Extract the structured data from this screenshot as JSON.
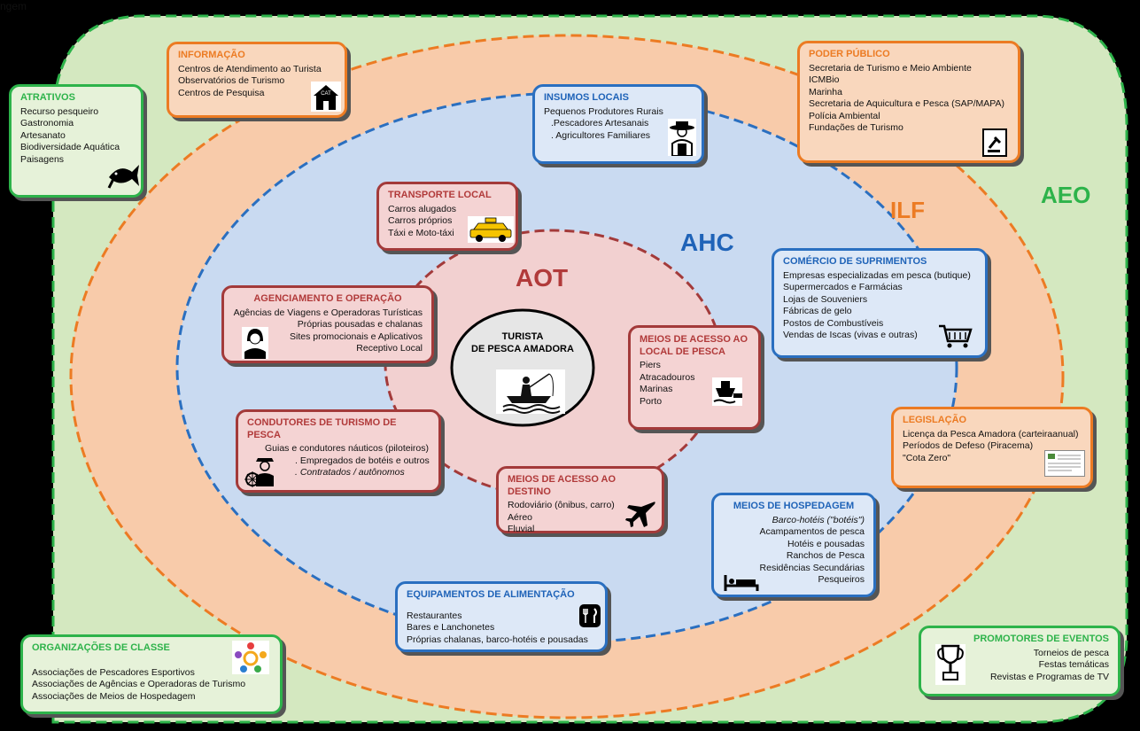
{
  "top_caption": "ngem",
  "zones": {
    "aeo": "AEO",
    "ilf": "ILF",
    "ahc": "AHC",
    "aot": "AOT"
  },
  "center": {
    "line1": "TURISTA",
    "line2": "DE PESCA AMADORA"
  },
  "boxes": {
    "atrativos": {
      "title": "ATRATIVOS",
      "items": [
        "Recurso pesqueiro",
        "Gastronomia",
        "Artesanato",
        "Biodiversidade Aquática",
        "Paisagens"
      ]
    },
    "informacao": {
      "title": "INFORMAÇÃO",
      "items": [
        "Centros de Atendimento ao Turista",
        "Observatórios de Turismo",
        "Centros de Pesquisa"
      ]
    },
    "poder_publico": {
      "title": "PODER PÚBLICO",
      "items": [
        "Secretaria de Turismo e Meio Ambiente",
        "ICMBio",
        "Marinha",
        "Secretaria de Aquicultura e Pesca (SAP/MAPA)",
        "Polícia Ambiental",
        "Fundações de Turismo"
      ]
    },
    "insumos": {
      "title": "INSUMOS LOCAIS",
      "items": [
        "Pequenos Produtores Rurais",
        "  .Pescadores Artesanais",
        "  . Agricultores Familiares"
      ]
    },
    "transporte": {
      "title": "TRANSPORTE LOCAL",
      "items": [
        "Carros alugados",
        "Carros próprios",
        "Táxi e Moto-táxi"
      ]
    },
    "comercio": {
      "title": "COMÉRCIO DE SUPRIMENTOS",
      "items": [
        "Empresas especializadas em pesca (butique)",
        "Supermercados e Farmácias",
        "Lojas de Souveniers",
        "Fábricas de gelo",
        "Postos de Combustíveis",
        "Vendas de Iscas (vivas e outras)"
      ]
    },
    "agenciamento": {
      "title": "AGENCIAMENTO E OPERAÇÃO",
      "items": [
        "Agências de Viagens e Operadoras Turísticas",
        "Próprias pousadas e chalanas",
        "Sites promocionais e Aplicativos",
        "Receptivo Local"
      ]
    },
    "meios_local": {
      "title": "MEIOS DE ACESSO AO LOCAL DE PESCA",
      "items": [
        "Piers",
        "Atracadouros",
        "Marinas",
        "Porto"
      ]
    },
    "condutores": {
      "title": "CONDUTORES DE TURISMO DE PESCA",
      "items": [
        "Guias e condutores náuticos (piloteiros)",
        ". Empregados de botéis e outros",
        ". Contratados / autônomos"
      ]
    },
    "meios_destino": {
      "title": "MEIOS DE ACESSO AO DESTINO",
      "items": [
        "Rodoviário (ônibus, carro)",
        "Aéreo",
        "Fluvial"
      ]
    },
    "legislacao": {
      "title": "LEGISLAÇÃO",
      "items": [
        "Licença da Pesca Amadora (carteiraanual)",
        "Períodos de Defeso (Piracema)",
        "\"Cota Zero\""
      ]
    },
    "hospedagem": {
      "title": "MEIOS DE HOSPEDAGEM",
      "items": [
        "Barco-hotéis (\"botéis\")",
        "Acampamentos de pesca",
        "Hotéis e pousadas",
        "Ranchos de Pesca",
        "Residências Secundárias",
        "Pesqueiros"
      ]
    },
    "alimentacao": {
      "title": "EQUIPAMENTOS DE ALIMENTAÇÃO",
      "items": [
        "Restaurantes",
        "Bares e Lanchonetes",
        "Próprias chalanas, barco-hotéis e pousadas"
      ]
    },
    "organizacoes": {
      "title": "ORGANIZAÇÕES DE CLASSE",
      "items": [
        "Associações de Pescadores Esportivos",
        "Associações de Agências e Operadoras de Turismo",
        "Associações de Meios de Hospedagem"
      ]
    },
    "promotores": {
      "title": "PROMOTORES DE EVENTOS",
      "items": [
        "Torneios de pesca",
        "Festas temáticas",
        "Revistas e Programas de TV"
      ]
    }
  },
  "icons": {
    "cat_sign": "CAT"
  },
  "colors": {
    "aeo": "#2db34a",
    "ilf": "#ec7b23",
    "ahc": "#2a6fc0",
    "aot": "#a33a3a"
  }
}
